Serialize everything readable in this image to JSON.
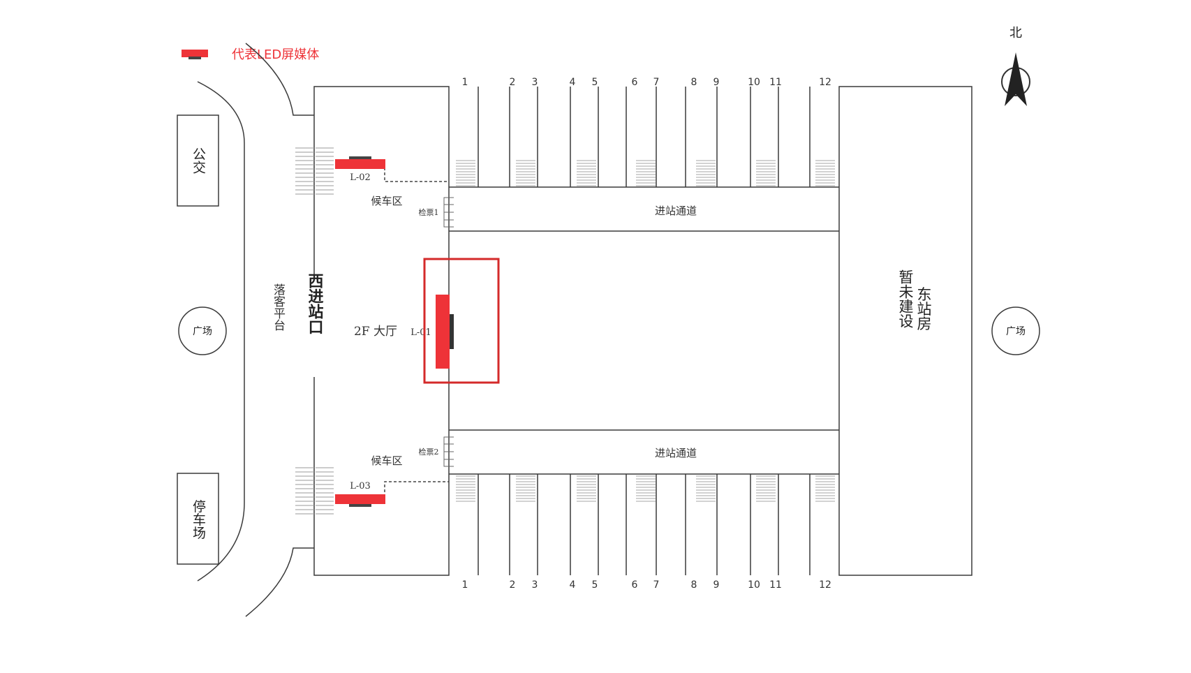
{
  "legend": {
    "label": "代表LED屏媒体",
    "swatch_color": "#ee3338"
  },
  "compass": {
    "north_label": "北",
    "icon": "north-arrow-icon"
  },
  "left_boxes": {
    "bus": "公交",
    "parking": "停车场"
  },
  "plazas": {
    "west": "广场",
    "east": "广场"
  },
  "alighting_platform": "落客平台",
  "west_entrance": "西进站口",
  "hall_label": "2F 大厅",
  "waiting_area_top": "候车区",
  "waiting_area_bottom": "候车区",
  "ticket_check_1": "检票1",
  "ticket_check_2": "检票2",
  "corridor_top": "进站通道",
  "corridor_bottom": "进站通道",
  "east_station": {
    "line1": "东站房",
    "line2": "暂未建设"
  },
  "screens": {
    "l01": "L-01",
    "l02": "L-02",
    "l03": "L-03"
  },
  "platform_numbers": [
    "1",
    "2",
    "3",
    "4",
    "5",
    "6",
    "7",
    "8",
    "9",
    "10",
    "11",
    "12"
  ],
  "colors": {
    "led": "#ee3338",
    "highlight": "#d42a2a",
    "line": "#3a3a3a"
  }
}
